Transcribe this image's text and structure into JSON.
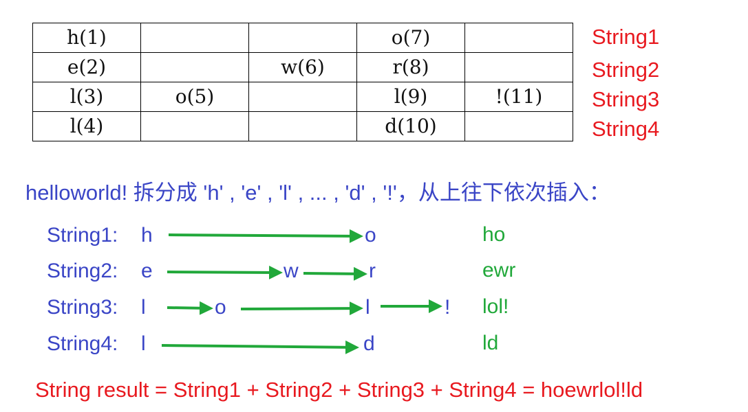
{
  "grid": {
    "rows": [
      [
        "h(1)",
        "",
        "",
        "o(7)",
        ""
      ],
      [
        "e(2)",
        "",
        "w(6)",
        "r(8)",
        ""
      ],
      [
        "l(3)",
        "o(5)",
        "",
        "l(9)",
        "!(11)"
      ],
      [
        "l(4)",
        "",
        "",
        "d(10)",
        ""
      ]
    ],
    "row_labels": [
      "String1",
      "String2",
      "String3",
      "String4"
    ]
  },
  "caption": "helloworld! 拆分成 'h' , 'e' , 'l' , ... , 'd' , '!'，从上往下依次插入：",
  "sequences": [
    {
      "label": "String1:",
      "chars": [
        "h",
        "o"
      ],
      "result": "ho"
    },
    {
      "label": "String2:",
      "chars": [
        "e",
        "w",
        "r"
      ],
      "result": "ewr"
    },
    {
      "label": "String3:",
      "chars": [
        "l",
        "o",
        "l",
        "!"
      ],
      "result": "lol!"
    },
    {
      "label": "String4:",
      "chars": [
        "l",
        "d"
      ],
      "result": "ld"
    }
  ],
  "result_line": "String result = String1 + String2 + String3 + String4 = hoewrlol!ld",
  "colors": {
    "red": "#e8191f",
    "blue": "#3a45c6",
    "green": "#21a83a"
  }
}
